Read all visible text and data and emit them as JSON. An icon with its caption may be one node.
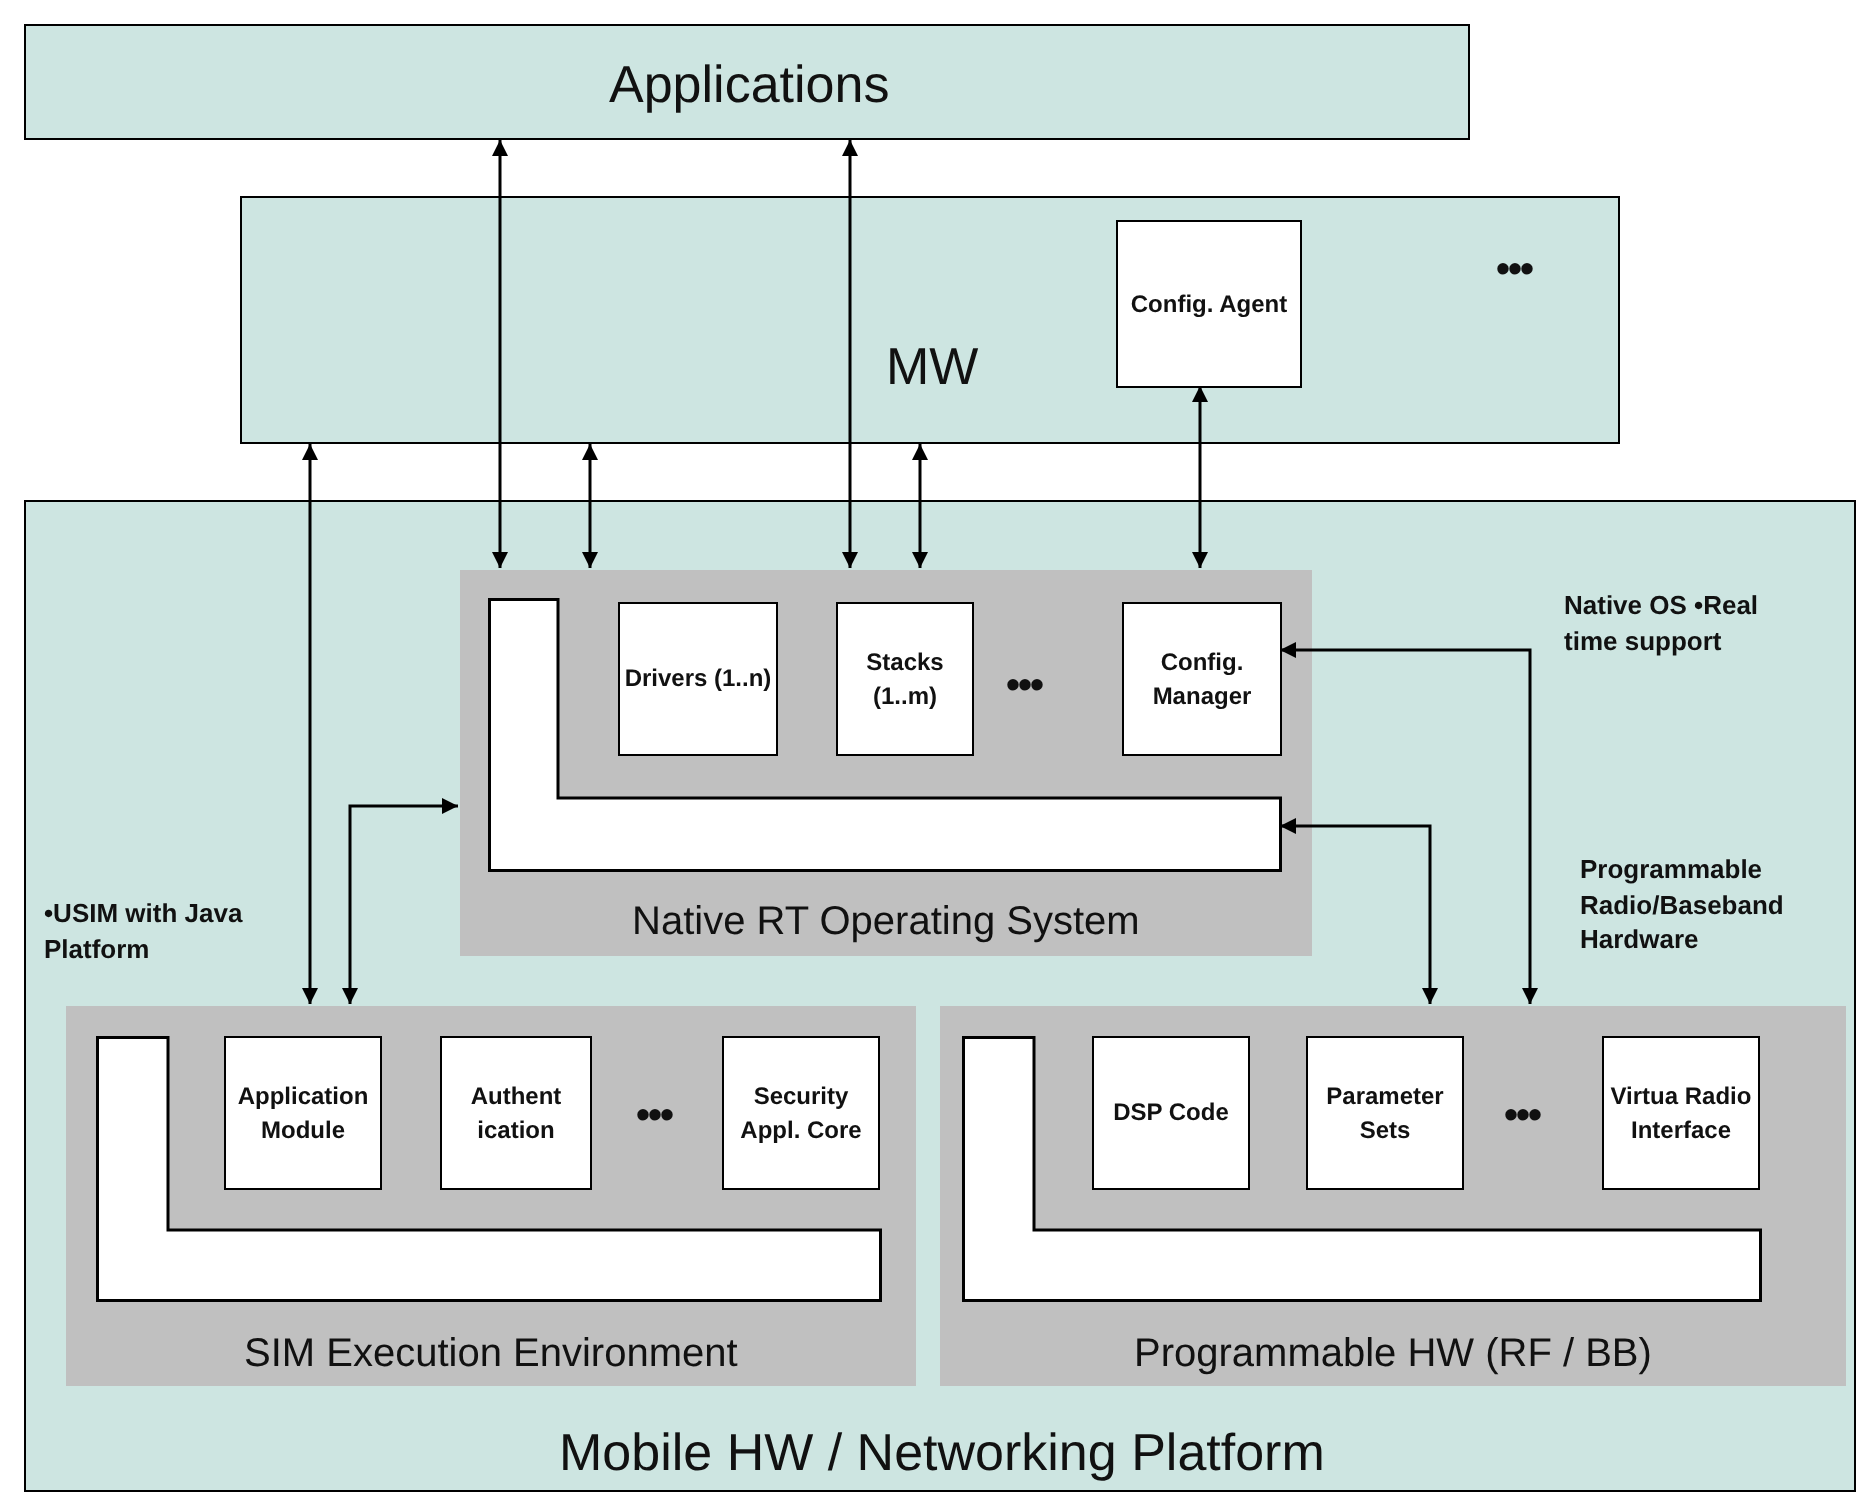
{
  "diagram": {
    "nodes": [
      {
        "text": [
          "Applications"
        ]
      },
      {
        "text": [
          "MW"
        ]
      },
      {
        "text": [
          "Config. Agent"
        ],
        "in": 1
      },
      {
        "text": [
          "Mobile HW / Networking Platform"
        ]
      },
      {
        "text": [
          "Native RT Operating System"
        ],
        "in": 3
      },
      {
        "text": [],
        "shape": "box",
        "in": 4
      },
      {
        "text": [
          "Drivers (1..n)"
        ],
        "in": 4
      },
      {
        "text": [
          "Stacks (1..m)"
        ],
        "in": 4
      },
      {
        "text": [
          "Config. Manager"
        ],
        "in": 4
      },
      {
        "text": [
          "SIM Execution Environment"
        ],
        "in": 3
      },
      {
        "text": [],
        "shape": "box",
        "in": 9
      },
      {
        "text": [
          "Application Module"
        ],
        "in": 9
      },
      {
        "text": [
          "Authent ication"
        ],
        "in": 9
      },
      {
        "text": [
          "Security Appl. Core"
        ],
        "in": 9
      },
      {
        "text": [
          "Programmable HW (RF / BB)"
        ],
        "in": 3
      },
      {
        "text": [],
        "shape": "box",
        "in": 14
      },
      {
        "text": [
          "DSP Code"
        ],
        "in": 14
      },
      {
        "text": [
          "Parameter Sets"
        ],
        "in": 14
      },
      {
        "text": [
          "Virtua Radio Interface"
        ],
        "in": 14
      }
    ],
    "edges": [
      {
        "from": 0,
        "to": 4,
        "arrow": "both"
      },
      {
        "from": 1,
        "to": 4,
        "arrow": "both"
      },
      {
        "from": 0,
        "to": 4,
        "arrow": "both"
      },
      {
        "from": 1,
        "to": 4,
        "arrow": "both"
      },
      {
        "from": 2,
        "to": 4,
        "arrow": "both"
      },
      {
        "from": 1,
        "to": 9,
        "arrow": "both"
      },
      {
        "from": 9,
        "to": 4,
        "arrow": "both"
      },
      {
        "from": 8,
        "to": 14,
        "arrow": "both"
      },
      {
        "from": 5,
        "to": 14,
        "arrow": "both"
      }
    ],
    "labels": [
      "•••",
      "Native OS •Real time support",
      "•••",
      "•USIM with Java Platform",
      "Programmable Radio/Baseband Hardware",
      "•••",
      "•••"
    ]
  }
}
